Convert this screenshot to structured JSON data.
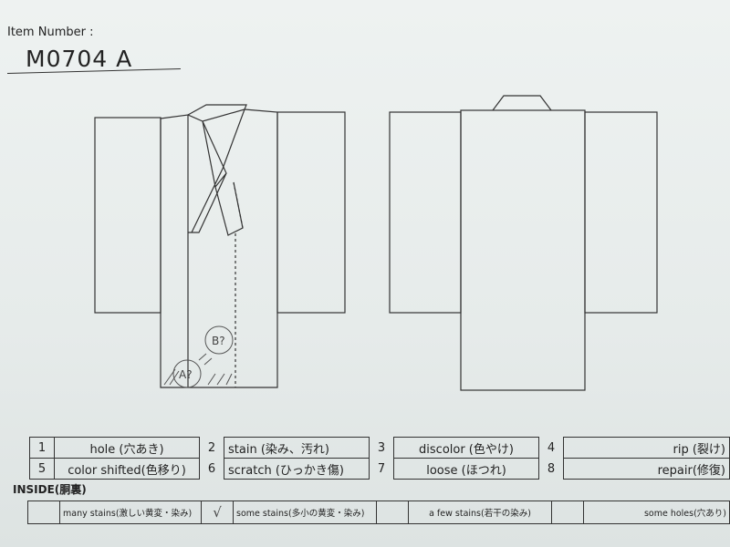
{
  "header": {
    "item_number_label": "Item Number :",
    "item_number": "M0704  A"
  },
  "annotations": {
    "mark_b": "B?",
    "mark_a": "A?"
  },
  "defects": [
    {
      "num": "1",
      "label": "hole (穴あき)"
    },
    {
      "num": "2",
      "label": "stain (染み、汚れ)"
    },
    {
      "num": "3",
      "label": "discolor (色やけ)"
    },
    {
      "num": "4",
      "label": "rip (裂け)"
    },
    {
      "num": "5",
      "label": "color shifted(色移り)"
    },
    {
      "num": "6",
      "label": "scratch (ひっかき傷)"
    },
    {
      "num": "7",
      "label": "loose (ほつれ)"
    },
    {
      "num": "8",
      "label": "repair(修復)"
    }
  ],
  "inside": {
    "title": "INSIDE(胴裏)",
    "options": [
      {
        "label": "many stains(激しい黄変・染み)",
        "checked": true,
        "check_mark": "√"
      },
      {
        "label": "some stains(多小の黄変・染み)",
        "checked": false
      },
      {
        "label": "a few stains(若干の染み)",
        "checked": false
      },
      {
        "label": "some holes(穴あり)",
        "checked": false
      }
    ]
  },
  "colors": {
    "paper": "#e7eceb",
    "ink": "#222222",
    "pencil": "#555555"
  }
}
